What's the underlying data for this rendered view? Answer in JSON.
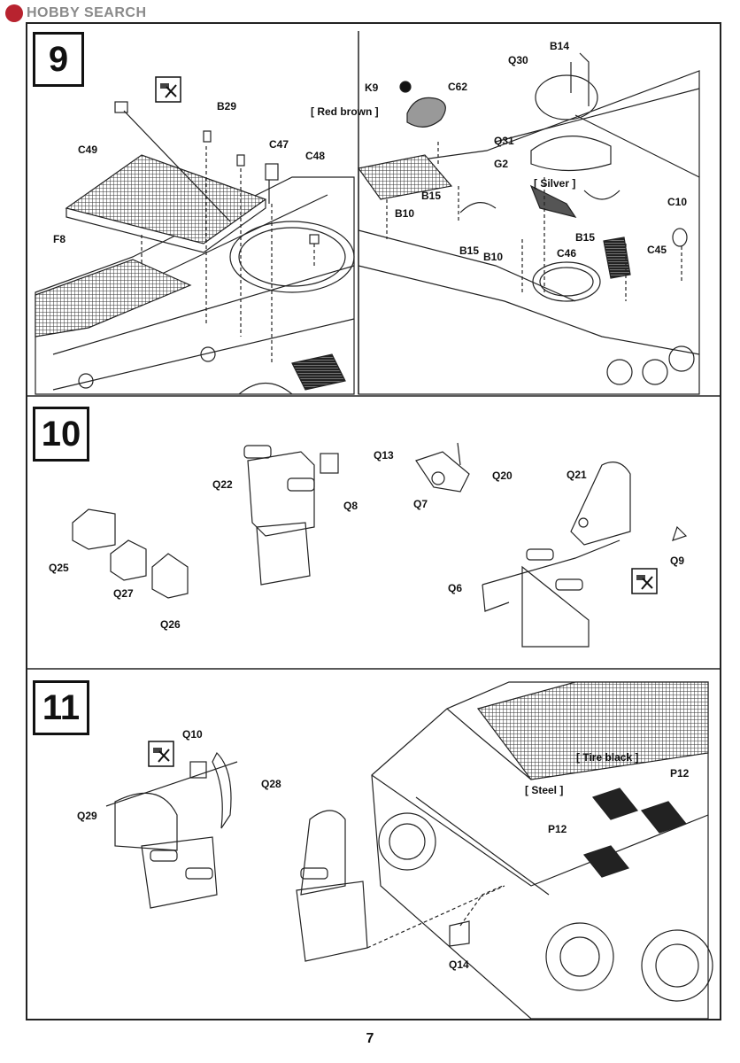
{
  "watermark": {
    "text": "HOBBY SEARCH"
  },
  "steps": {
    "step9": {
      "number": "9",
      "labels": {
        "c49": "C49",
        "b29": "B29",
        "c47": "C47",
        "c48": "C48",
        "f8": "F8",
        "k9": "K9",
        "c62": "C62",
        "q30": "Q30",
        "b14": "B14",
        "q31": "Q31",
        "g2": "G2",
        "b15a": "B15",
        "b10a": "B10",
        "b15b": "B15",
        "b10b": "B10",
        "c46": "C46",
        "b15c": "B15",
        "c10": "C10",
        "c45": "C45"
      },
      "paints": {
        "red_brown": "[ Red brown ]",
        "silver": "[ Silver ]"
      }
    },
    "step10": {
      "number": "10",
      "labels": {
        "q22": "Q22",
        "q8": "Q8",
        "q13": "Q13",
        "q20": "Q20",
        "q7": "Q7",
        "q21": "Q21",
        "q25": "Q25",
        "q27": "Q27",
        "q26": "Q26",
        "q9": "Q9",
        "q6": "Q6"
      }
    },
    "step11": {
      "number": "11",
      "labels": {
        "q10": "Q10",
        "q28": "Q28",
        "q29": "Q29",
        "p12a": "P12",
        "p12b": "P12",
        "q14": "Q14"
      },
      "paints": {
        "tire_black": "[ Tire black ]",
        "steel": "[ Steel ]"
      }
    }
  },
  "icons": [
    "do-not-glue-icon",
    "do-not-glue-icon",
    "do-not-glue-icon"
  ],
  "page_number": "7"
}
